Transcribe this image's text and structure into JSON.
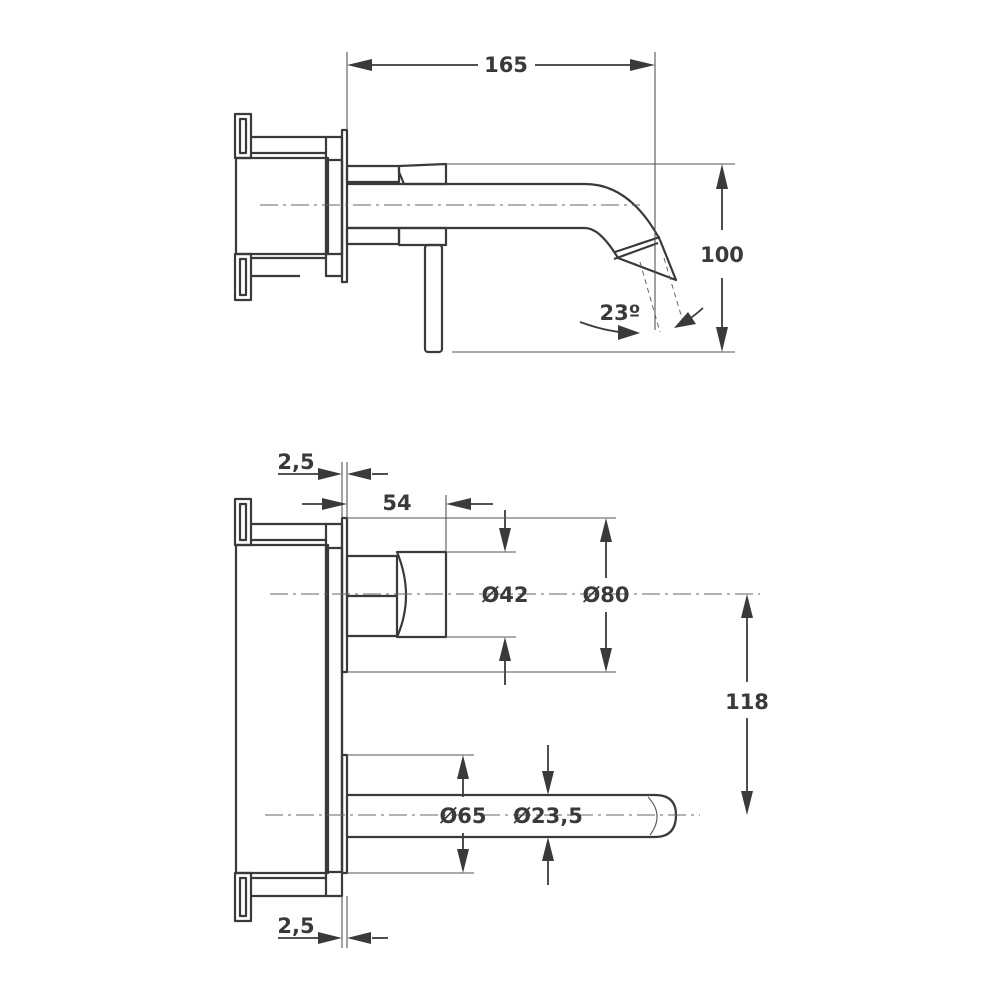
{
  "top_view": {
    "width_label": "165",
    "height_label": "100",
    "angle_label": "23º"
  },
  "front_view": {
    "plate_thickness_top_label": "2,5",
    "plate_thickness_bottom_label": "2,5",
    "handle_length_label": "54",
    "handle_diameter_label": "Ø42",
    "plate_diameter_label": "Ø80",
    "centers_distance_label": "118",
    "spout_plate_diameter_label": "Ø65",
    "spout_diameter_label": "Ø23,5"
  }
}
